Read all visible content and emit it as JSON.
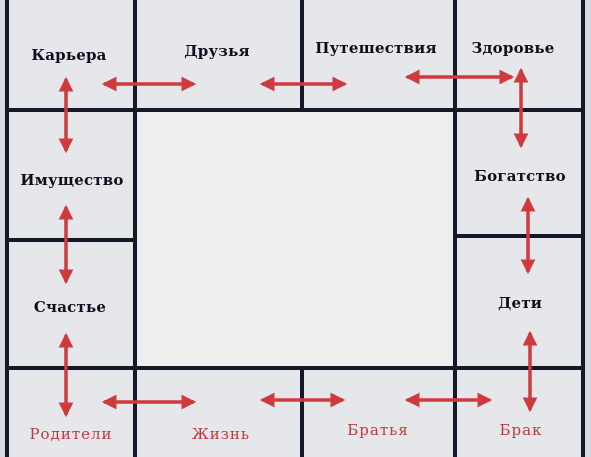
{
  "colors": {
    "background": "#d9dadf",
    "cell": "#e6e7ea",
    "center": "#eeeeee",
    "grid_line": "#151826",
    "arrow": "#cf3a3f",
    "label_dark": "#0d0f1c",
    "label_red": "#c0393a"
  },
  "cells": {
    "career": "Карьера",
    "friends": "Друзья",
    "travel": "Путешествия",
    "health": "Здоровье",
    "property": "Имущество",
    "wealth": "Богатство",
    "happiness": "Счастье",
    "children": "Дети",
    "parents": "Родители",
    "life": "Жизнь",
    "siblings": "Братья",
    "marriage": "Брак"
  }
}
